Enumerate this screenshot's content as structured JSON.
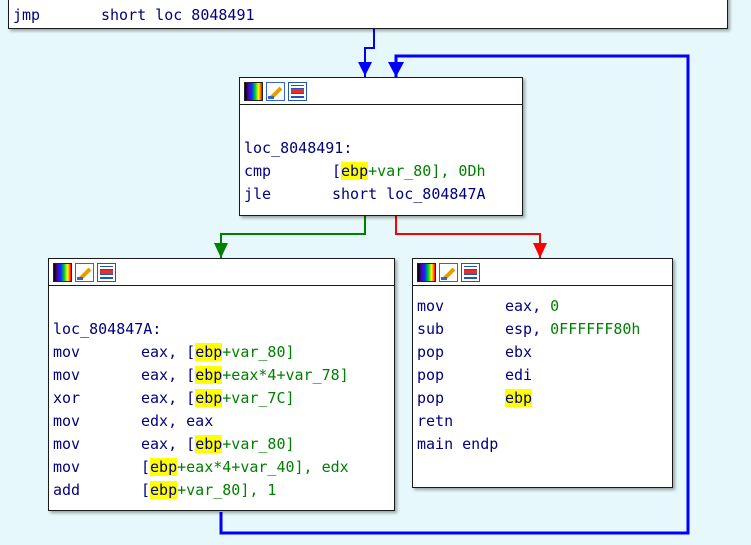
{
  "colors": {
    "background": "#e6f8fb",
    "edge_normal": "#0000ff",
    "edge_true": "#008000",
    "edge_false": "#ff0000",
    "highlight": "#ffff00",
    "text": "#000080",
    "operand": "#008000"
  },
  "top_block": {
    "mnemonic": "jmp",
    "operand": "short loc 8048491"
  },
  "loop_header": {
    "label": "loc_8048491:",
    "cmp": {
      "mnemonic": "cmp",
      "reg": "ebp",
      "var": "+var_80",
      "rest": "], 0Dh"
    },
    "jle": {
      "mnemonic": "jle",
      "operand": "short loc_804847A"
    }
  },
  "loop_body": {
    "label": "loc_804847A:",
    "i1": {
      "mnemonic": "mov",
      "a": "eax, [",
      "reg": "ebp",
      "b": "+var_80]"
    },
    "i2": {
      "mnemonic": "mov",
      "a": "eax, [",
      "reg": "ebp",
      "b": "+eax*4+var_78]"
    },
    "i3": {
      "mnemonic": "xor",
      "a": "eax, [",
      "reg": "ebp",
      "b": "+var_7C]"
    },
    "i4": {
      "mnemonic": "mov",
      "a": "edx, eax"
    },
    "i5": {
      "mnemonic": "mov",
      "a": "eax, [",
      "reg": "ebp",
      "b": "+var_80]"
    },
    "i6": {
      "mnemonic": "mov",
      "a": "[",
      "reg": "ebp",
      "b": "+eax*4+var_40], edx"
    },
    "i7": {
      "mnemonic": "add",
      "a": "[",
      "reg": "ebp",
      "b": "+var_80], 1"
    }
  },
  "exit_block": {
    "i1": {
      "mnemonic": "mov",
      "a": "eax, ",
      "num": "0"
    },
    "i2": {
      "mnemonic": "sub",
      "a": "esp, ",
      "num": "0FFFFFF80h"
    },
    "i3": {
      "mnemonic": "pop",
      "a": "ebx"
    },
    "i4": {
      "mnemonic": "pop",
      "a": "edi"
    },
    "i5": {
      "mnemonic": "pop",
      "reg": "ebp"
    },
    "i6": {
      "mnemonic": "retn"
    },
    "i7": {
      "text": "main endp"
    }
  },
  "icons": [
    "color-palette-icon",
    "edit-pencil-icon",
    "graph-overview-icon"
  ]
}
